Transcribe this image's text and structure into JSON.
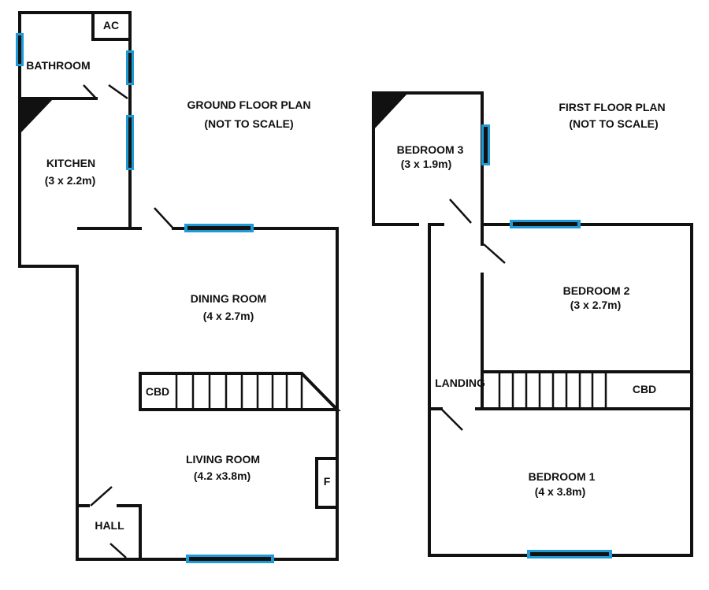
{
  "ground_floor": {
    "title": "GROUND FLOOR PLAN",
    "subtitle": "(NOT TO SCALE)",
    "rooms": {
      "ac": "AC",
      "bathroom": "BATHROOM",
      "kitchen_name": "KITCHEN",
      "kitchen_size": "(3 x 2.2m)",
      "dining_name": "DINING ROOM",
      "dining_size": "(4 x 2.7m)",
      "cbd": "CBD",
      "living_name": "LIVING ROOM",
      "living_size": "(4.2 x3.8m)",
      "fireplace": "F",
      "hall": "HALL"
    }
  },
  "first_floor": {
    "title": "FIRST FLOOR PLAN",
    "subtitle": "(NOT TO SCALE)",
    "rooms": {
      "bedroom3_name": "BEDROOM 3",
      "bedroom3_size": "(3 x 1.9m)",
      "bedroom2_name": "BEDROOM 2",
      "bedroom2_size": "(3 x 2.7m)",
      "landing": "LANDING",
      "cbd": "CBD",
      "bedroom1_name": "BEDROOM 1",
      "bedroom1_size": "(4 x 3.8m)"
    }
  },
  "colors": {
    "wall": "#111111",
    "window": "#1e9ad6"
  }
}
